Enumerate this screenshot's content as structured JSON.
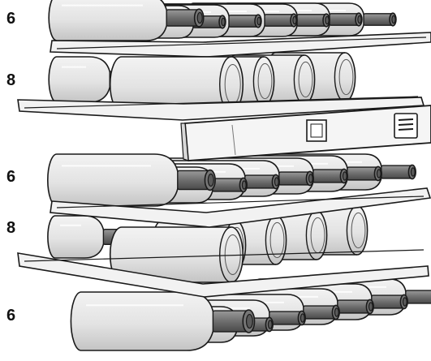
{
  "shelves": [
    {
      "id": "shelf-1",
      "bottle_count": "6",
      "orientation": "necks-out"
    },
    {
      "id": "shelf-2",
      "bottle_count": "8",
      "orientation": "mixed"
    },
    {
      "id": "shelf-3",
      "bottle_count": "6",
      "orientation": "necks-out"
    },
    {
      "id": "shelf-4",
      "bottle_count": "8",
      "orientation": "mixed"
    },
    {
      "id": "shelf-5",
      "bottle_count": "6",
      "orientation": "necks-out"
    }
  ],
  "colors": {
    "bottle_fill": "#e6e6e6",
    "bottle_shade": "#c9c9c9",
    "neck_fill": "#777777",
    "outline": "#1a1a1a",
    "shelf_fill": "#f2f2f2"
  }
}
